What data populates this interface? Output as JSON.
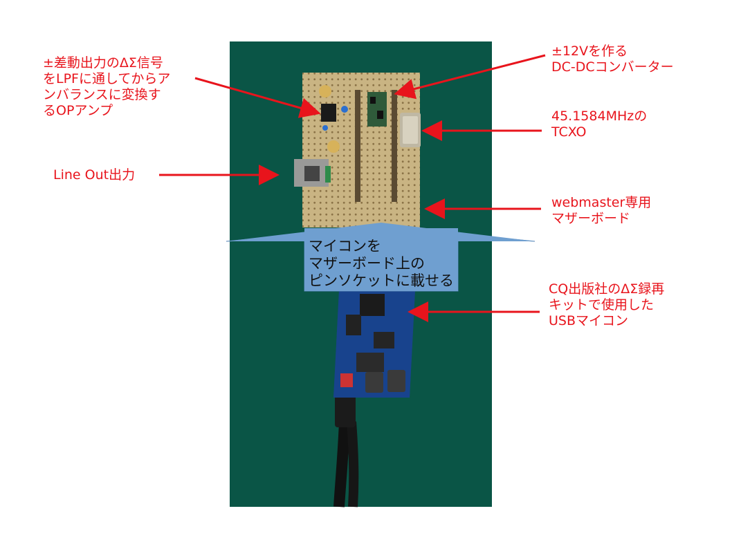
{
  "colors": {
    "background": "#ffffff",
    "annotation_text": "#e8141c",
    "arrow": "#e8141c",
    "photo_background": "#0c5a4a",
    "pcb_board": "#c9b483",
    "callout_fill": "#6f9fd0",
    "callout_text": "#111111"
  },
  "annotations": {
    "opamp": "±差動出力のΔΣ信号\nをLPFに通してからア\nンバランスに変換す\nるOPアンプ",
    "dcdc": "±12Vを作る\nDC-DCコンバーター",
    "tcxo": "45.1584MHzの\nTCXO",
    "line_out": "Line Out出力",
    "motherboard": "webmaster専用\nマザーボード",
    "usb_mcu": "CQ出版社のΔΣ録再\nキットで使用した\nUSBマイコン"
  },
  "callout": {
    "text": "マイコンを\nマザーボード上の\nピンソケットに載せる"
  }
}
